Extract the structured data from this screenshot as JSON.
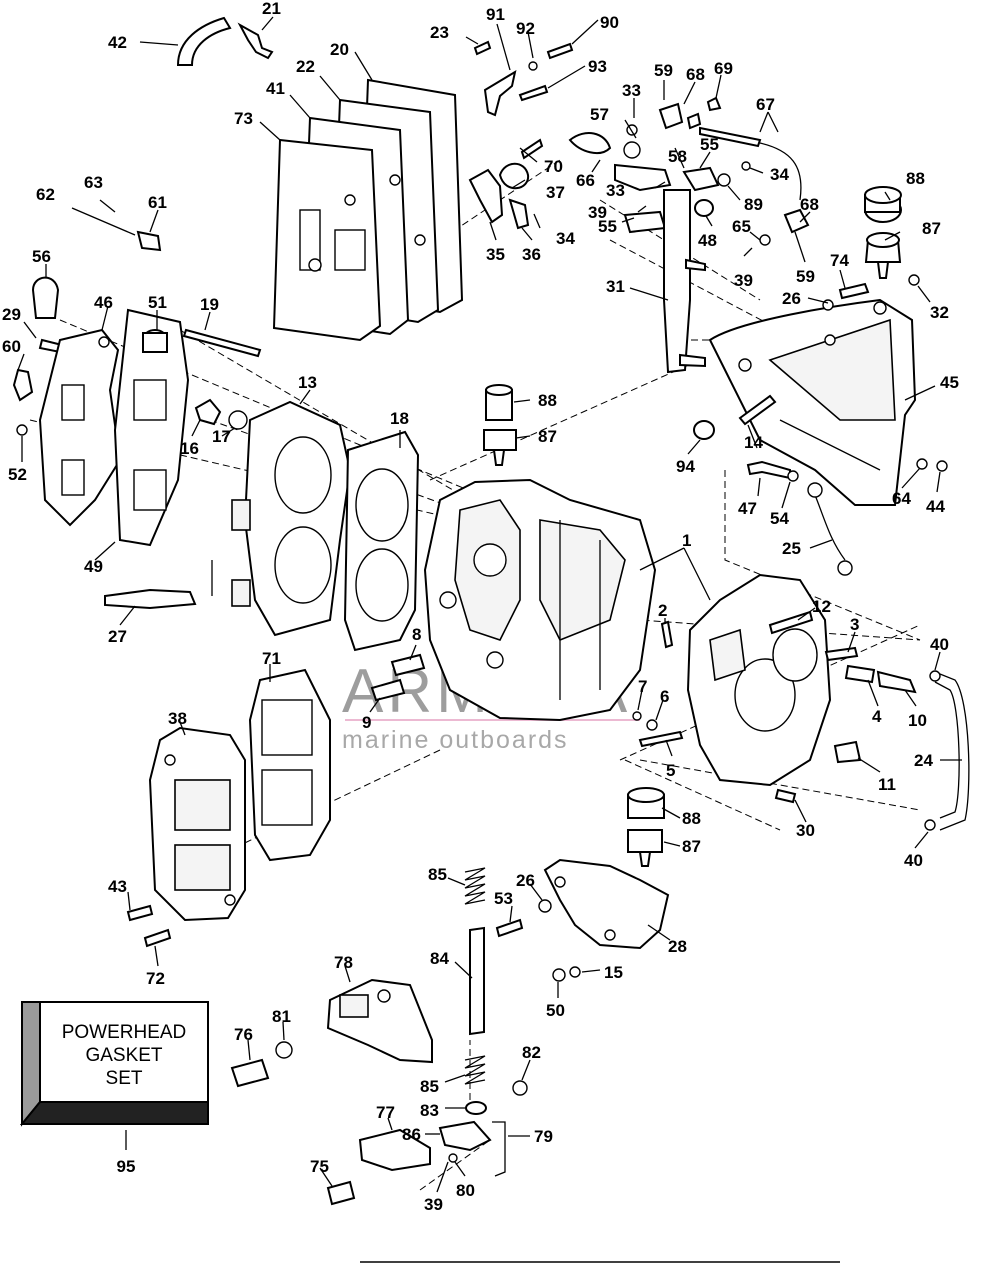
{
  "watermark": {
    "brand": "ARMADA",
    "tagline": "marine outboards",
    "logo_color": "#e8a8c8"
  },
  "kit_box": {
    "lines": [
      "POWERHEAD",
      "GASKET",
      "SET"
    ],
    "ref": "95"
  },
  "callouts": [
    {
      "id": "c21",
      "text": "21"
    },
    {
      "id": "c42",
      "text": "42"
    },
    {
      "id": "c91",
      "text": "91"
    },
    {
      "id": "c92",
      "text": "92"
    },
    {
      "id": "c90",
      "text": "90"
    },
    {
      "id": "c23",
      "text": "23"
    },
    {
      "id": "c20",
      "text": "20"
    },
    {
      "id": "c22",
      "text": "22"
    },
    {
      "id": "c93",
      "text": "93"
    },
    {
      "id": "c41",
      "text": "41"
    },
    {
      "id": "c73",
      "text": "73"
    },
    {
      "id": "c33a",
      "text": "33"
    },
    {
      "id": "c59a",
      "text": "59"
    },
    {
      "id": "c68a",
      "text": "68"
    },
    {
      "id": "c69",
      "text": "69"
    },
    {
      "id": "c57",
      "text": "57"
    },
    {
      "id": "c67",
      "text": "67"
    },
    {
      "id": "c58",
      "text": "58"
    },
    {
      "id": "c70",
      "text": "70"
    },
    {
      "id": "c55a",
      "text": "55"
    },
    {
      "id": "c66",
      "text": "66"
    },
    {
      "id": "c37",
      "text": "37"
    },
    {
      "id": "c34a",
      "text": "34"
    },
    {
      "id": "c33b",
      "text": "33"
    },
    {
      "id": "c89",
      "text": "89"
    },
    {
      "id": "c88a",
      "text": "88"
    },
    {
      "id": "c62",
      "text": "62"
    },
    {
      "id": "c63",
      "text": "63"
    },
    {
      "id": "c61",
      "text": "61"
    },
    {
      "id": "c39a",
      "text": "39"
    },
    {
      "id": "c68b",
      "text": "68"
    },
    {
      "id": "c35",
      "text": "35"
    },
    {
      "id": "c36",
      "text": "36"
    },
    {
      "id": "c34b",
      "text": "34"
    },
    {
      "id": "c55b",
      "text": "55"
    },
    {
      "id": "c48",
      "text": "48"
    },
    {
      "id": "c65",
      "text": "65"
    },
    {
      "id": "c87a",
      "text": "87"
    },
    {
      "id": "c39b",
      "text": "39"
    },
    {
      "id": "c59b",
      "text": "59"
    },
    {
      "id": "c56",
      "text": "56"
    },
    {
      "id": "c74",
      "text": "74"
    },
    {
      "id": "c31",
      "text": "31"
    },
    {
      "id": "c26a",
      "text": "26"
    },
    {
      "id": "c32",
      "text": "32"
    },
    {
      "id": "c46",
      "text": "46"
    },
    {
      "id": "c51",
      "text": "51"
    },
    {
      "id": "c19",
      "text": "19"
    },
    {
      "id": "c29",
      "text": "29"
    },
    {
      "id": "c60",
      "text": "60"
    },
    {
      "id": "c13",
      "text": "13"
    },
    {
      "id": "c45",
      "text": "45"
    },
    {
      "id": "c88b",
      "text": "88"
    },
    {
      "id": "c18",
      "text": "18"
    },
    {
      "id": "c87b",
      "text": "87"
    },
    {
      "id": "c16",
      "text": "16"
    },
    {
      "id": "c17",
      "text": "17"
    },
    {
      "id": "c52",
      "text": "52"
    },
    {
      "id": "c14",
      "text": "14"
    },
    {
      "id": "c94",
      "text": "94"
    },
    {
      "id": "c64",
      "text": "64"
    },
    {
      "id": "c44",
      "text": "44"
    },
    {
      "id": "c47",
      "text": "47"
    },
    {
      "id": "c54",
      "text": "54"
    },
    {
      "id": "c49",
      "text": "49"
    },
    {
      "id": "c25",
      "text": "25"
    },
    {
      "id": "c1",
      "text": "1"
    },
    {
      "id": "c27",
      "text": "27"
    },
    {
      "id": "c2",
      "text": "2"
    },
    {
      "id": "c12",
      "text": "12"
    },
    {
      "id": "c3",
      "text": "3"
    },
    {
      "id": "c40a",
      "text": "40"
    },
    {
      "id": "c8",
      "text": "8"
    },
    {
      "id": "c71",
      "text": "71"
    },
    {
      "id": "c7",
      "text": "7"
    },
    {
      "id": "c10",
      "text": "10"
    },
    {
      "id": "c4",
      "text": "4"
    },
    {
      "id": "c9",
      "text": "9"
    },
    {
      "id": "c6",
      "text": "6"
    },
    {
      "id": "c38",
      "text": "38"
    },
    {
      "id": "c5",
      "text": "5"
    },
    {
      "id": "c24",
      "text": "24"
    },
    {
      "id": "c11",
      "text": "11"
    },
    {
      "id": "c30",
      "text": "30"
    },
    {
      "id": "c88c",
      "text": "88"
    },
    {
      "id": "c87c",
      "text": "87"
    },
    {
      "id": "c40b",
      "text": "40"
    },
    {
      "id": "c85a",
      "text": "85"
    },
    {
      "id": "c26b",
      "text": "26"
    },
    {
      "id": "c43",
      "text": "43"
    },
    {
      "id": "c53",
      "text": "53"
    },
    {
      "id": "c28",
      "text": "28"
    },
    {
      "id": "c72",
      "text": "72"
    },
    {
      "id": "c78",
      "text": "78"
    },
    {
      "id": "c84",
      "text": "84"
    },
    {
      "id": "c15",
      "text": "15"
    },
    {
      "id": "c50",
      "text": "50"
    },
    {
      "id": "c81",
      "text": "81"
    },
    {
      "id": "c76",
      "text": "76"
    },
    {
      "id": "c82",
      "text": "82"
    },
    {
      "id": "c85b",
      "text": "85"
    },
    {
      "id": "c83",
      "text": "83"
    },
    {
      "id": "c77",
      "text": "77"
    },
    {
      "id": "c86",
      "text": "86"
    },
    {
      "id": "c79",
      "text": "79"
    },
    {
      "id": "c75",
      "text": "75"
    },
    {
      "id": "c80",
      "text": "80"
    },
    {
      "id": "c39c",
      "text": "39"
    }
  ]
}
